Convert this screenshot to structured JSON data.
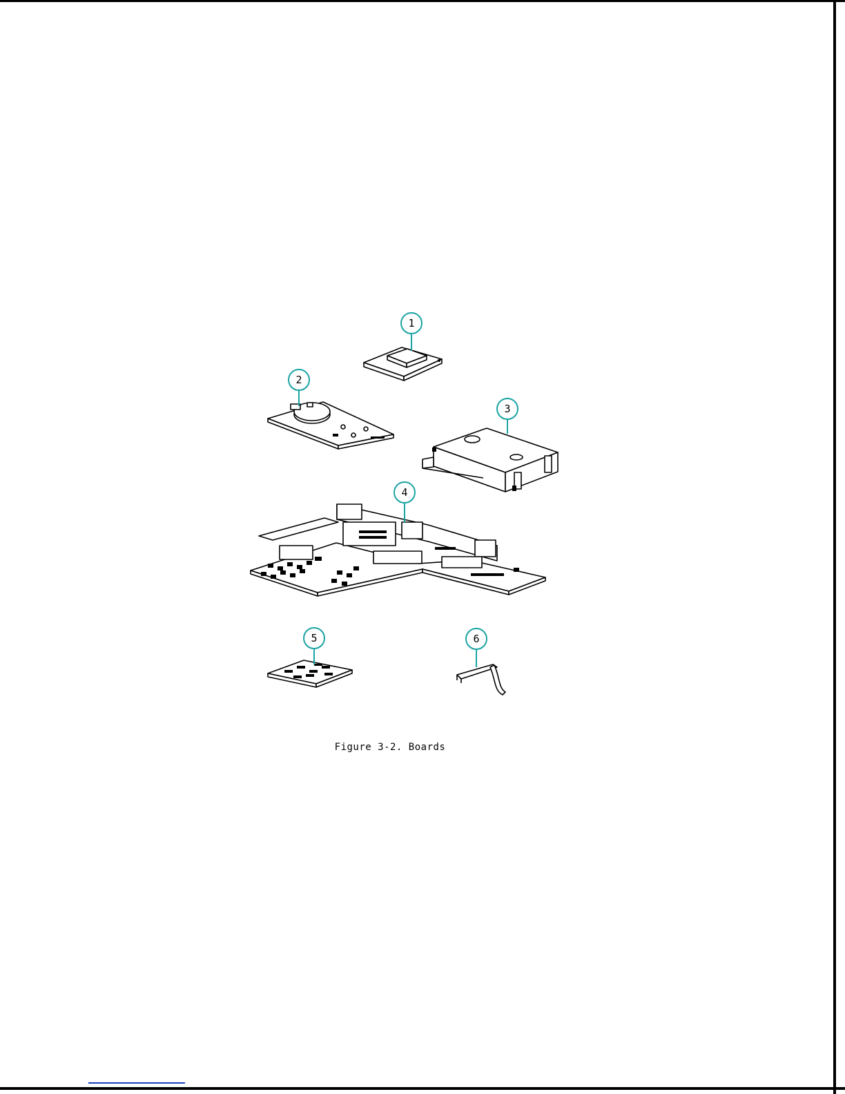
{
  "figure": {
    "caption": "Figure 3-2. Boards",
    "callouts": [
      "1",
      "2",
      "3",
      "4",
      "5",
      "6"
    ]
  },
  "colors": {
    "callout_stroke": "#1aa3a3",
    "line_art": "#000000",
    "background": "#ffffff",
    "link_underline": "#1a3fbf"
  }
}
